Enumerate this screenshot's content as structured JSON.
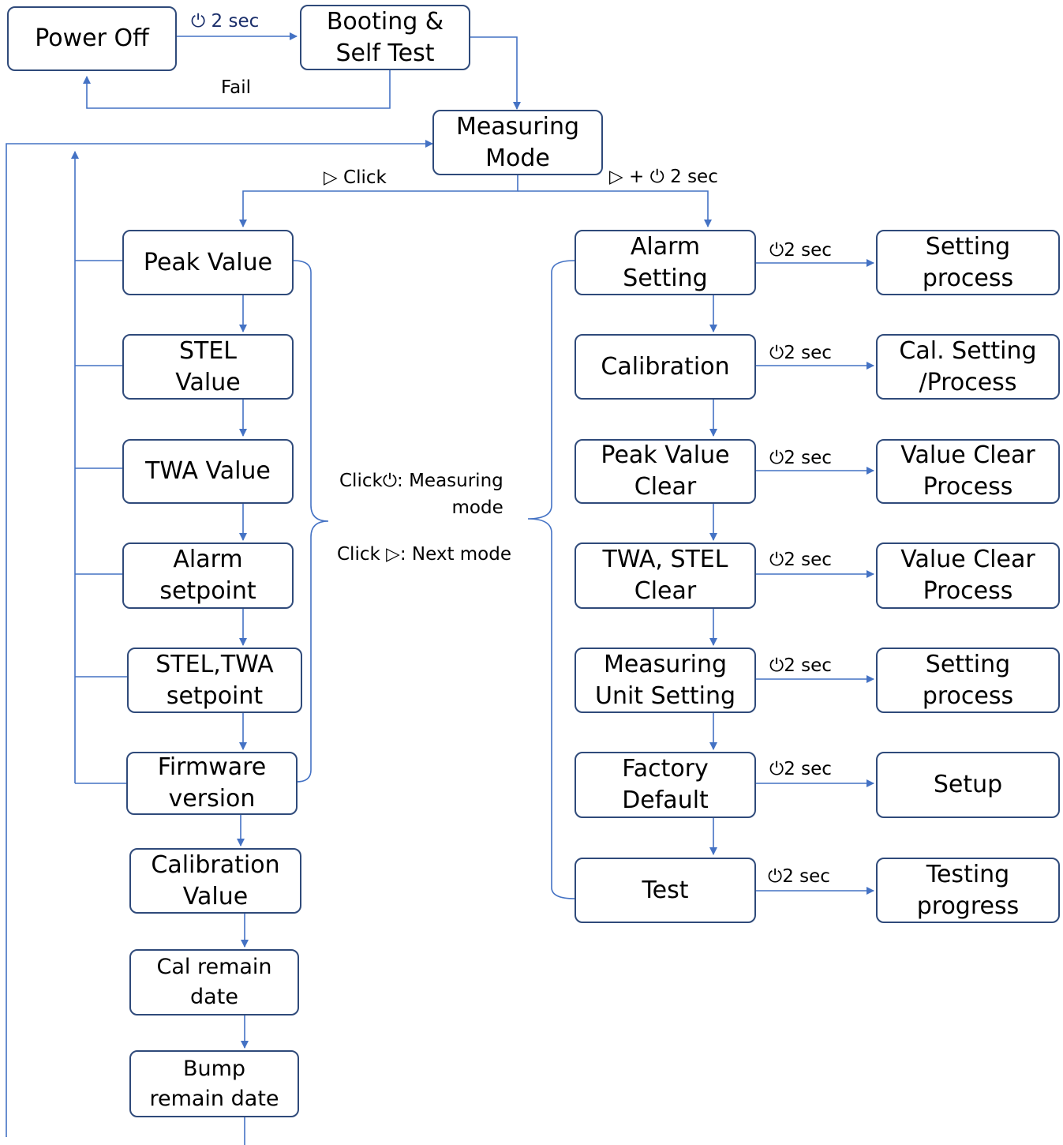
{
  "colors": {
    "connector": "#4472c4",
    "node_border": "#2f4a7a",
    "text": "#000000",
    "label_blue": "#1b2f6b"
  },
  "icons": {
    "power": "power-icon",
    "play": "play-triangle-icon"
  },
  "nodes": {
    "power_off": "Power Off",
    "booting": "Booting &\nSelf Test",
    "measuring_mode": "Measuring\nMode",
    "peak_value": "Peak Value",
    "stel_value": "STEL\nValue",
    "twa_value": "TWA Value",
    "alarm_setpoint": "Alarm\nsetpoint",
    "stel_twa_setpoint": "STEL,TWA\nsetpoint",
    "firmware_version": "Firmware\nversion",
    "calibration_value": "Calibration\nValue",
    "cal_remain_date": "Cal remain\ndate",
    "bump_remain_date": "Bump\nremain date",
    "alarm_setting": "Alarm\nSetting",
    "calibration": "Calibration",
    "peak_value_clear": "Peak Value\nClear",
    "twa_stel_clear": "TWA, STEL\nClear",
    "measuring_unit_setting": "Measuring\nUnit Setting",
    "factory_default": "Factory\nDefault",
    "test": "Test",
    "setting_process_1": "Setting\nprocess",
    "cal_setting_process": "Cal. Setting\n/Process",
    "value_clear_process_1": "Value Clear\nProcess",
    "value_clear_process_2": "Value Clear\nProcess",
    "setting_process_2": "Setting\nprocess",
    "setup": "Setup",
    "testing_progress": "Testing\nprogress"
  },
  "labels": {
    "two_sec": "2 sec",
    "fail": "Fail",
    "click": "Click",
    "plus": "+",
    "click_power_prefix": "Click",
    "click_power_suffix": ": Measuring\nmode",
    "click_next_prefix": "Click",
    "click_next_suffix": ": Next mode"
  }
}
